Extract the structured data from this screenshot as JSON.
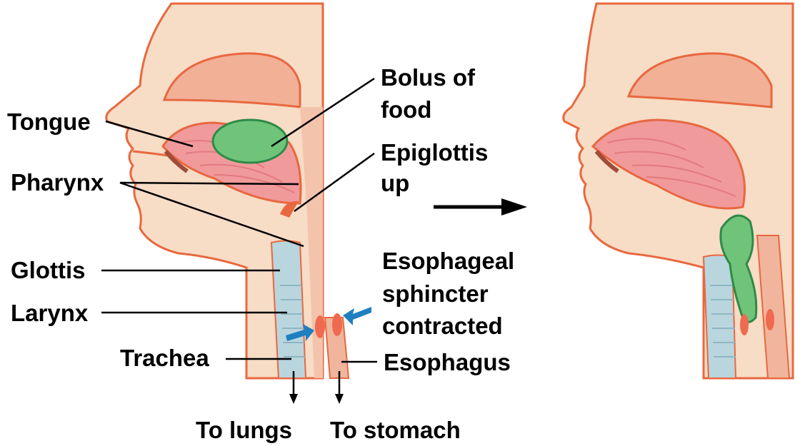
{
  "labels": {
    "tongue": "Tongue",
    "pharynx": "Pharynx",
    "glottis": "Glottis",
    "larynx": "Larynx",
    "trachea": "Trachea",
    "bolus_line1": "Bolus of",
    "bolus_line2": "food",
    "epiglottis_line1": "Epiglottis",
    "epiglottis_line2": "up",
    "sphincter_line1": "Esophageal",
    "sphincter_line2": "sphincter",
    "sphincter_line3": "contracted",
    "esophagus": "Esophagus",
    "to_lungs": "To lungs",
    "to_stomach": "To stomach"
  },
  "colors": {
    "skin": "#f7dcc6",
    "outline": "#e8683f",
    "mouth_roof": "#f2b097",
    "tongue": "#f09a9c",
    "tongue_stripes": "#e27a80",
    "bolus": "#6fc47a",
    "bolus_outline": "#2f8a47",
    "trachea": "#b9d6df",
    "sphincter": "#ef6a4f",
    "callout_arrow": "#1f7fc0",
    "text": "#000000"
  }
}
